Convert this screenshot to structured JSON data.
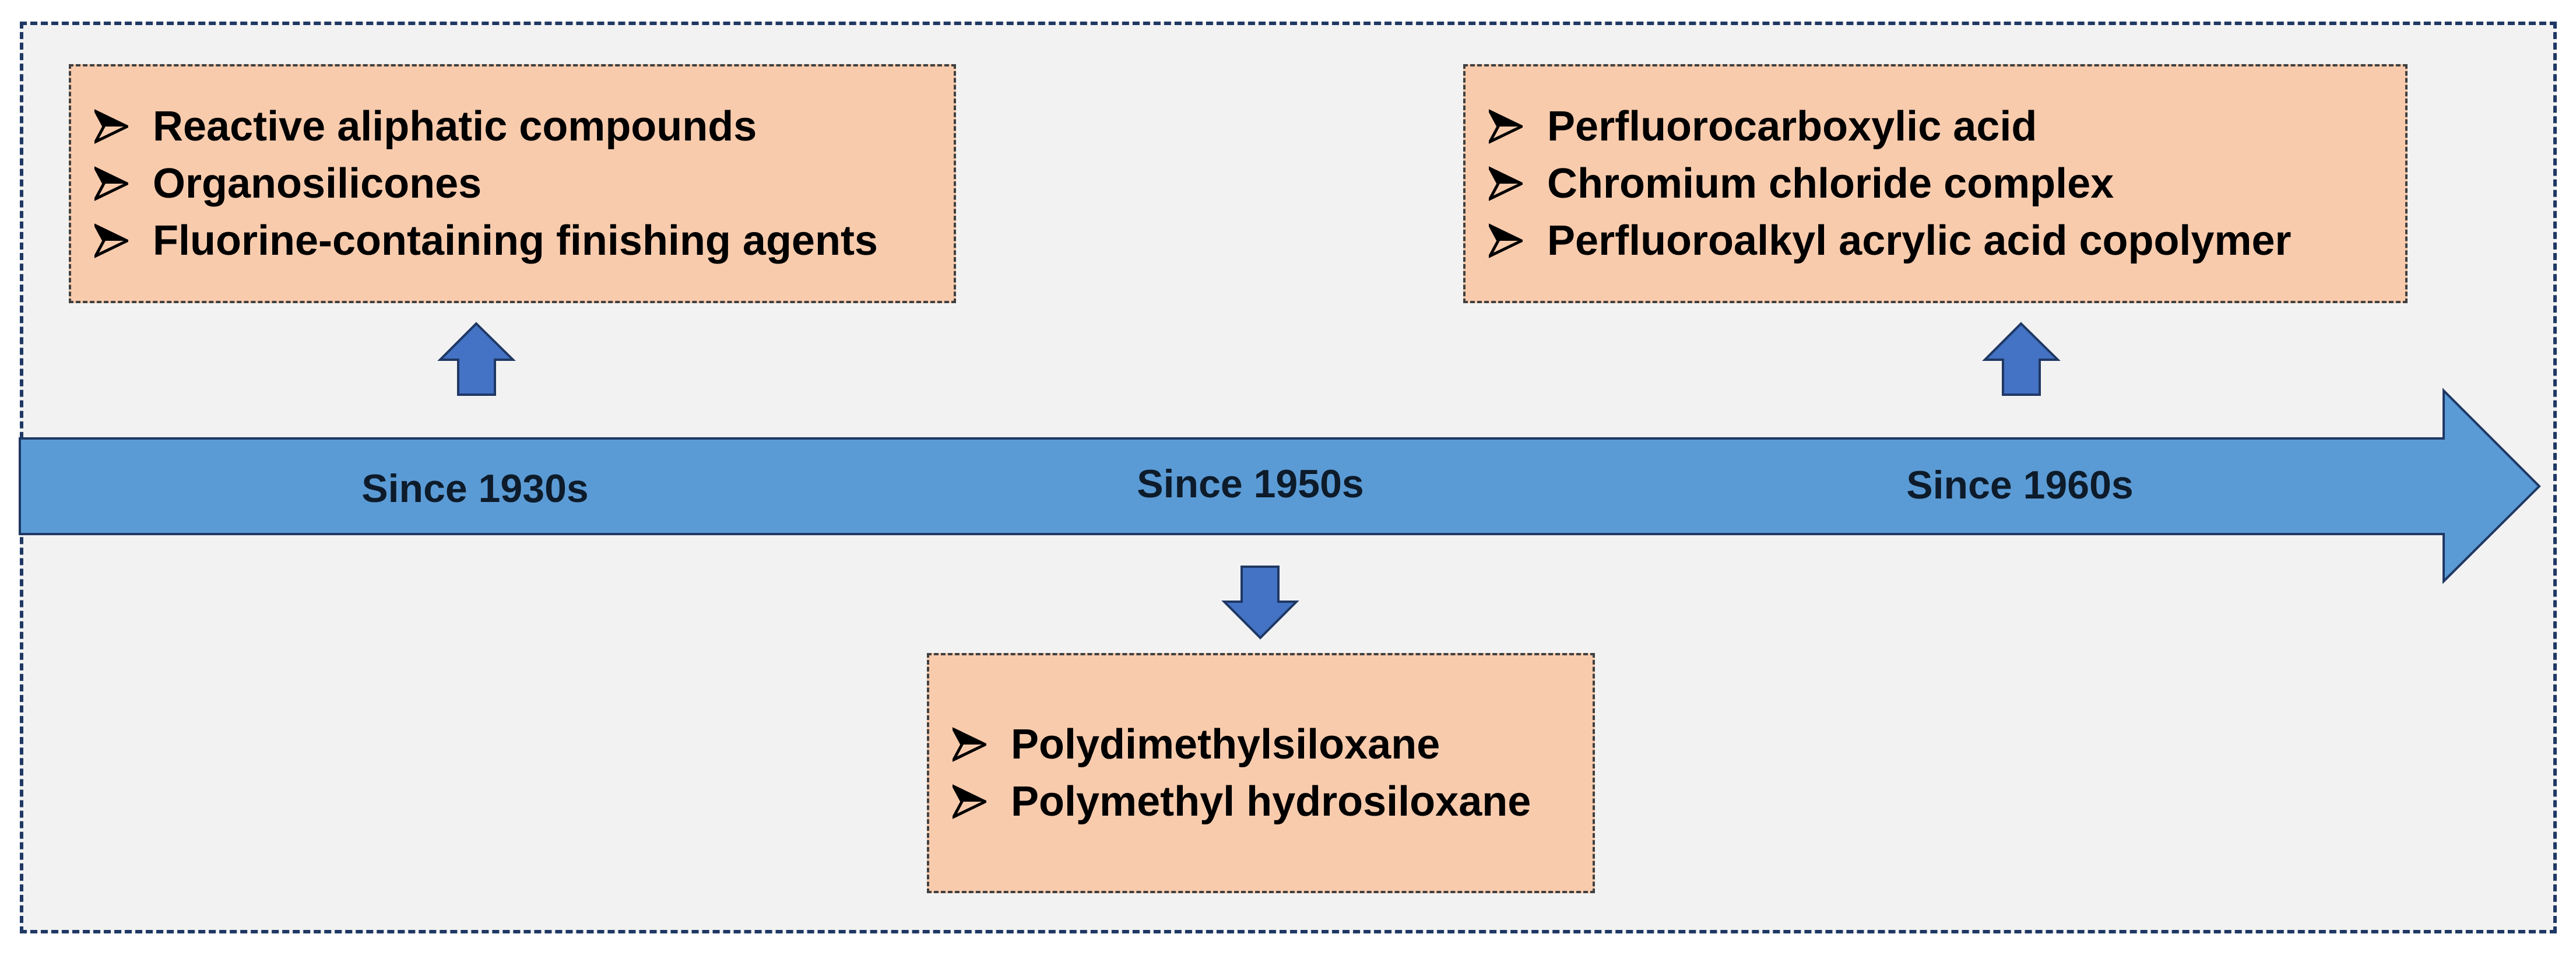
{
  "diagram": {
    "colors": {
      "frame_border": "#1f3864",
      "background": "#f2f2f2",
      "timeline_arrow": "#5b9bd5",
      "pointer_arrow": "#4472c4",
      "box_fill": "#f8cbad"
    },
    "eras": [
      {
        "label": "Since 1930s",
        "items": [
          "Reactive aliphatic compounds",
          "Organosilicones",
          "Fluorine-containing finishing agents"
        ]
      },
      {
        "label": "Since 1950s",
        "items": [
          "Polydimethylsiloxane",
          "Polymethyl hydrosiloxane"
        ]
      },
      {
        "label": "Since 1960s",
        "items": [
          "Perfluorocarboxylic acid",
          "Chromium chloride complex",
          "Perfluoroalkyl acrylic acid copolymer"
        ]
      }
    ],
    "bullet_icon": "arrowhead-bullet-icon"
  }
}
